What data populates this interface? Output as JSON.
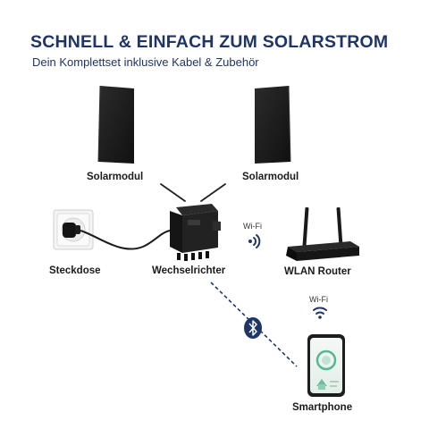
{
  "header": {
    "title": "SCHNELL & EINFACH ZUM SOLARSTROM",
    "subtitle": "Dein Komplettset inklusive Kabel & Zubehör"
  },
  "labels": {
    "solar_left": "Solarmodul",
    "solar_right": "Solarmodul",
    "outlet": "Steckdose",
    "inverter": "Wechselrichter",
    "router": "WLAN Router",
    "smartphone": "Smartphone",
    "wifi_inverter": "Wi-Fi",
    "wifi_phone": "Wi-Fi"
  },
  "colors": {
    "brand": "#1f3566",
    "connection": "#1f3566",
    "bluetooth_badge": "#1f3566"
  },
  "icons": [
    "solar-panel-icon",
    "power-outlet-icon",
    "inverter-icon",
    "wifi-icon",
    "router-icon",
    "bluetooth-icon",
    "smartphone-icon"
  ]
}
